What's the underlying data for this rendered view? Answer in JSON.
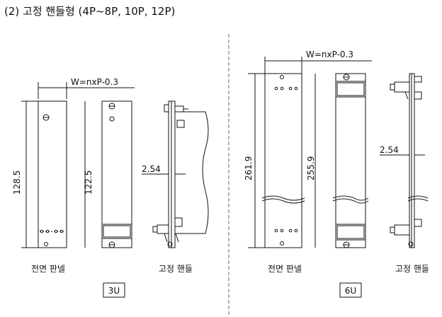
{
  "heading": "(2) 고정 핸들형 (4P~8P, 10P, 12P)",
  "left_panel": {
    "width_label": "W=nxP-0.3",
    "outer_height": "128.5",
    "inner_height": "122.5",
    "pitch": "2.54",
    "caption_front": "전면 판넬",
    "caption_handle": "고정 핸들",
    "size_tag": "3U"
  },
  "right_panel": {
    "width_label": "W=nxP-0.3",
    "outer_height": "261.9",
    "inner_height": "255.9",
    "pitch": "2.54",
    "caption_front": "전면 판넬",
    "caption_handle": "고정 핸들",
    "size_tag": "6U"
  },
  "colors": {
    "line": "#111111",
    "dash": "#666666",
    "background": "#ffffff"
  }
}
